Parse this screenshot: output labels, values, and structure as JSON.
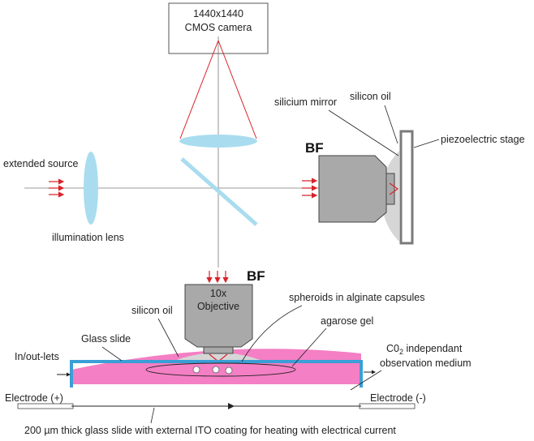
{
  "camera": {
    "line1": "1440x1440",
    "line2": "CMOS camera"
  },
  "labels": {
    "silicium_mirror": "silicium mirror",
    "silicon_oil_top": "silicon oil",
    "piezo_stage": "piezoelectric stage",
    "extended_source": "extended source",
    "illumination_lens": "illumination lens",
    "bf_top": "BF",
    "bf_bottom": "BF",
    "objective_line1": "10x",
    "objective_line2": "Objective",
    "silicon_oil_bottom": "silicon oil",
    "spheroids": "spheroids in alginate  capsules",
    "agarose": "agarose gel",
    "glass_slide": "Glass slide",
    "inoutlets": "In/out-lets",
    "co2_line1_a": "C0",
    "co2_line1_sub": "2",
    "co2_line1_b": " independant",
    "co2_line2": "observation  medium",
    "electrode_plus": "Electrode (+)",
    "electrode_minus": "Electrode (-)",
    "caption": "200 µm thick glass slide with external ITO coating for heating with electrical current"
  },
  "colors": {
    "lens": "#a9dcef",
    "arrow_red": "#d8232a",
    "medium_pink": "#f47fc4",
    "slide_blue": "#3a9fd6",
    "objective_gray": "#a9a9a9",
    "oil_gray": "#d6d6d6"
  }
}
